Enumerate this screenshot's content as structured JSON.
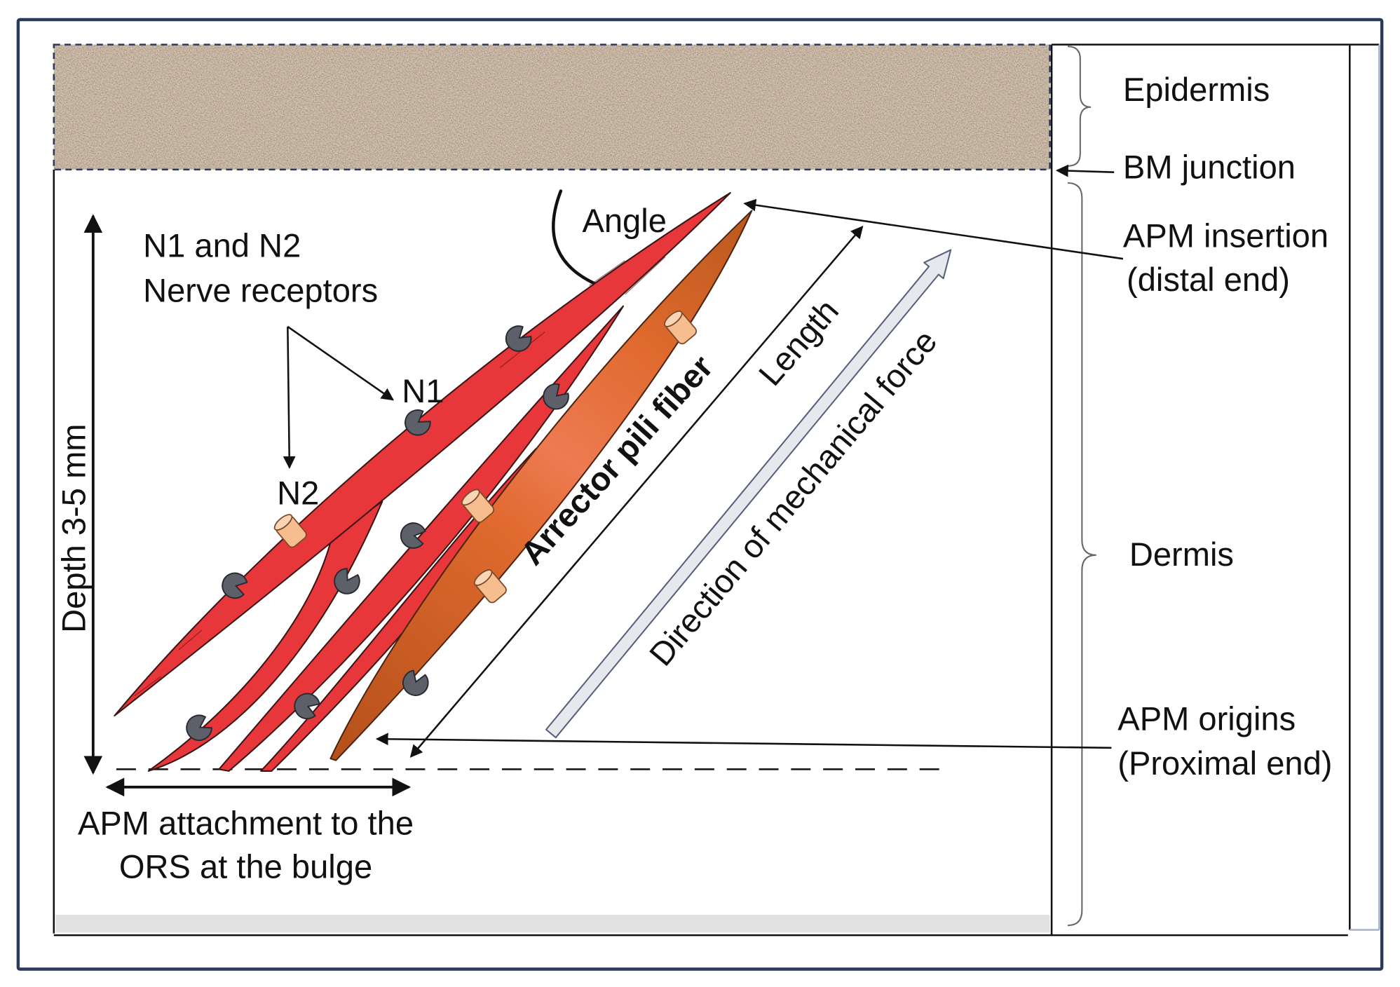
{
  "labels": {
    "epidermis": "Epidermis",
    "bm_junction": "BM junction",
    "apm_insertion": "APM insertion",
    "distal_end": "(distal end)",
    "dermis": "Dermis",
    "apm_origins": "APM origins",
    "proximal_end": "(Proximal end)",
    "n1_and_n2": "N1 and N2",
    "nerve_receptors": "Nerve receptors",
    "n1": "N1",
    "n2": "N2",
    "angle": "Angle",
    "depth": "Depth 3-5 mm",
    "attachment_line1": "APM attachment to the",
    "attachment_line2": "ORS at the bulge",
    "arrector_pili_fiber": "Arrector pili fiber",
    "length": "Length",
    "mechanical_force": "Direction of mechanical force"
  },
  "colors": {
    "muscle_red": "#e8373a",
    "fiber_orange": "#e06a2e",
    "n1_receptor_gray": "#5d6069",
    "n2_receptor_peach": "#f6bd8e",
    "epidermis_brown": "#a69380",
    "frame_navy": "#2b3a5a",
    "force_arrow_gray": "#e6e8ee"
  }
}
